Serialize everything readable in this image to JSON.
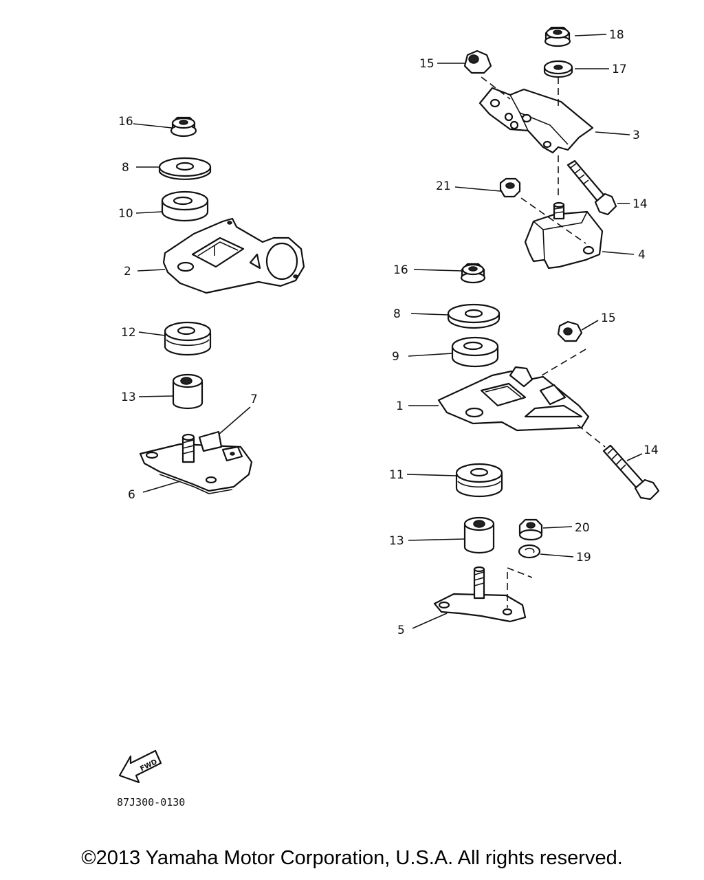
{
  "callouts": [
    {
      "id": "c16a",
      "text": "16"
    },
    {
      "id": "c8a",
      "text": "8"
    },
    {
      "id": "c10",
      "text": "10"
    },
    {
      "id": "c2",
      "text": "2"
    },
    {
      "id": "c12",
      "text": "12"
    },
    {
      "id": "c13a",
      "text": "13"
    },
    {
      "id": "c7",
      "text": "7"
    },
    {
      "id": "c6",
      "text": "6"
    },
    {
      "id": "c18",
      "text": "18"
    },
    {
      "id": "c15a",
      "text": "15"
    },
    {
      "id": "c17",
      "text": "17"
    },
    {
      "id": "c3",
      "text": "3"
    },
    {
      "id": "c21",
      "text": "21"
    },
    {
      "id": "c14a",
      "text": "14"
    },
    {
      "id": "c4",
      "text": "4"
    },
    {
      "id": "c16b",
      "text": "16"
    },
    {
      "id": "c8b",
      "text": "8"
    },
    {
      "id": "c15b",
      "text": "15"
    },
    {
      "id": "c9",
      "text": "9"
    },
    {
      "id": "c1",
      "text": "1"
    },
    {
      "id": "c14b",
      "text": "14"
    },
    {
      "id": "c11",
      "text": "11"
    },
    {
      "id": "c20",
      "text": "20"
    },
    {
      "id": "c13b",
      "text": "13"
    },
    {
      "id": "c19",
      "text": "19"
    },
    {
      "id": "c5",
      "text": "5"
    }
  ],
  "fwd_label": "FWD",
  "diagram_code": "87J300-0130",
  "copyright": "©2013 Yamaha Motor Corporation, U.S.A. All rights reserved."
}
